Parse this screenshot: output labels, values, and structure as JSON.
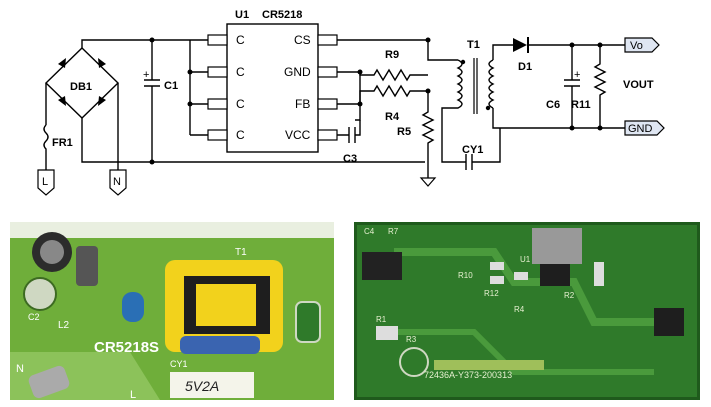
{
  "schematic": {
    "ic": {
      "ref": "U1",
      "part": "CR5218",
      "pins_left": [
        "C",
        "C",
        "C",
        "C"
      ],
      "pins_right": [
        "CS",
        "GND",
        "FB",
        "VCC"
      ]
    },
    "labels": {
      "db1": "DB1",
      "c1": "C1",
      "fr1": "FR1",
      "l": "L",
      "n": "N",
      "r9": "R9",
      "r4": "R4",
      "r5": "R5",
      "c3": "C3",
      "t1": "T1",
      "cy1": "CY1",
      "d1": "D1",
      "c6": "C6",
      "r11": "R11",
      "vout": "VOUT",
      "vo": "Vo",
      "gnd": "GND"
    }
  },
  "photo_top": {
    "part_marking": "CR5218S",
    "t1": "T1",
    "l2": "L2",
    "c2": "C2",
    "cy1": "CY1",
    "handwritten": "5V2A",
    "n": "N",
    "l": "L"
  },
  "photo_bottom": {
    "board_code": "72436A-Y373-200313",
    "r10": "R10",
    "r12": "R12",
    "r1": "R1",
    "r3": "R3",
    "u1": "U1",
    "r2": "R2",
    "r4": "R4",
    "c4": "C4",
    "r7": "R7"
  },
  "colors": {
    "pcb_top": "#6fae3a",
    "pcb_bottom": "#2f7a2a",
    "transformer_tape": "#f2d21c",
    "tag_fill": "#dfe6f2"
  }
}
